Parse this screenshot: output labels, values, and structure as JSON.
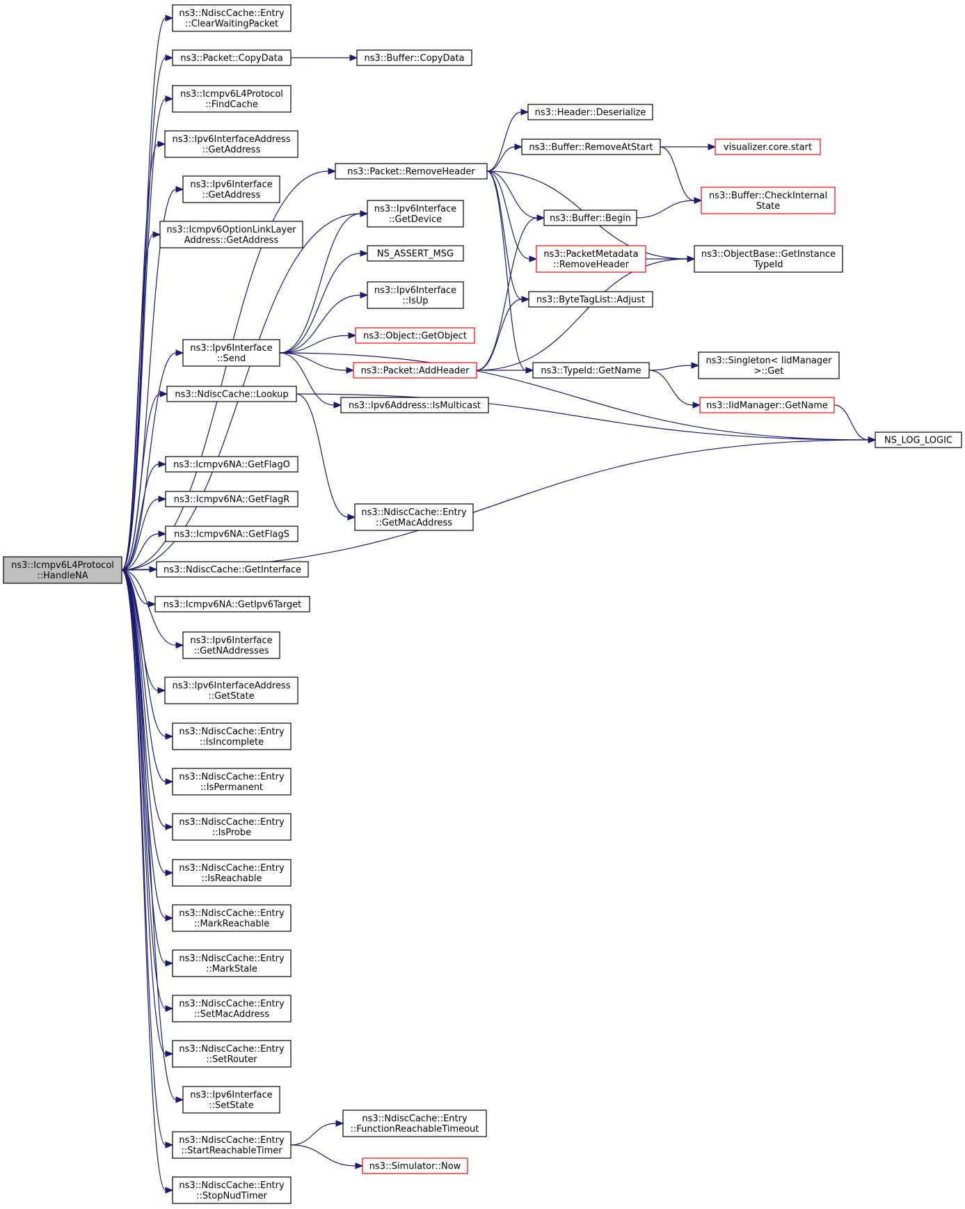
{
  "diagram": {
    "type": "call-graph",
    "colors": {
      "edge": "#191970",
      "node_border": "#000000",
      "node_border_truncated": "#ff0000",
      "root_fill": "#bfbfbf"
    },
    "nodes": [
      {
        "id": "n0",
        "lines": [
          "ns3::Icmpv6L4Protocol",
          "::HandleNA"
        ],
        "style": "root"
      },
      {
        "id": "n1",
        "lines": [
          "ns3::NdiscCache::Entry",
          "::ClearWaitingPacket"
        ]
      },
      {
        "id": "n2",
        "lines": [
          "ns3::Packet::CopyData"
        ]
      },
      {
        "id": "n3",
        "lines": [
          "ns3::Buffer::CopyData"
        ]
      },
      {
        "id": "n4",
        "lines": [
          "ns3::Icmpv6L4Protocol",
          "::FindCache"
        ]
      },
      {
        "id": "n5",
        "lines": [
          "ns3::Ipv6InterfaceAddress",
          "::GetAddress"
        ]
      },
      {
        "id": "n6",
        "lines": [
          "ns3::Ipv6Interface",
          "::GetAddress"
        ]
      },
      {
        "id": "n7",
        "lines": [
          "ns3::Icmpv6OptionLinkLayer",
          "Address::GetAddress"
        ]
      },
      {
        "id": "n8",
        "lines": [
          "ns3::Packet::RemoveHeader"
        ]
      },
      {
        "id": "n9",
        "lines": [
          "ns3::Header::Deserialize"
        ]
      },
      {
        "id": "n10",
        "lines": [
          "ns3::Buffer::RemoveAtStart"
        ]
      },
      {
        "id": "n11",
        "lines": [
          "visualizer.core.start"
        ],
        "style": "red"
      },
      {
        "id": "n12",
        "lines": [
          "ns3::Buffer::CheckInternal",
          "State"
        ],
        "style": "red"
      },
      {
        "id": "n13",
        "lines": [
          "ns3::Buffer::Begin"
        ]
      },
      {
        "id": "n14",
        "lines": [
          "ns3::PacketMetadata",
          "::RemoveHeader"
        ],
        "style": "red"
      },
      {
        "id": "n15",
        "lines": [
          "ns3::ObjectBase::GetInstance",
          "TypeId"
        ]
      },
      {
        "id": "n16",
        "lines": [
          "ns3::ByteTagList::Adjust"
        ]
      },
      {
        "id": "n17",
        "lines": [
          "ns3::TypeId::GetName"
        ]
      },
      {
        "id": "n18",
        "lines": [
          "ns3::Singleton< IidManager",
          ">::Get"
        ]
      },
      {
        "id": "n19",
        "lines": [
          "ns3::IidManager::GetName"
        ],
        "style": "red"
      },
      {
        "id": "n20",
        "lines": [
          "NS_LOG_LOGIC"
        ]
      },
      {
        "id": "n21",
        "lines": [
          "ns3::Ipv6Interface",
          "::Send"
        ]
      },
      {
        "id": "n22",
        "lines": [
          "ns3::Ipv6Interface",
          "::GetDevice"
        ]
      },
      {
        "id": "n23",
        "lines": [
          "NS_ASSERT_MSG"
        ]
      },
      {
        "id": "n24",
        "lines": [
          "ns3::Ipv6Interface",
          "::IsUp"
        ]
      },
      {
        "id": "n25",
        "lines": [
          "ns3::Object::GetObject"
        ],
        "style": "red"
      },
      {
        "id": "n26",
        "lines": [
          "ns3::Packet::AddHeader"
        ],
        "style": "red"
      },
      {
        "id": "n27",
        "lines": [
          "ns3::Ipv6Address::IsMulticast"
        ]
      },
      {
        "id": "n28",
        "lines": [
          "ns3::NdiscCache::Lookup"
        ]
      },
      {
        "id": "n29",
        "lines": [
          "ns3::NdiscCache::Entry",
          "::GetMacAddress"
        ]
      },
      {
        "id": "n30",
        "lines": [
          "ns3::Icmpv6NA::GetFlagO"
        ]
      },
      {
        "id": "n31",
        "lines": [
          "ns3::Icmpv6NA::GetFlagR"
        ]
      },
      {
        "id": "n32",
        "lines": [
          "ns3::Icmpv6NA::GetFlagS"
        ]
      },
      {
        "id": "n33",
        "lines": [
          "ns3::NdiscCache::GetInterface"
        ]
      },
      {
        "id": "n34",
        "lines": [
          "ns3::Icmpv6NA::GetIpv6Target"
        ]
      },
      {
        "id": "n35",
        "lines": [
          "ns3::Ipv6Interface",
          "::GetNAddresses"
        ]
      },
      {
        "id": "n36",
        "lines": [
          "ns3::Ipv6InterfaceAddress",
          "::GetState"
        ]
      },
      {
        "id": "n37",
        "lines": [
          "ns3::NdiscCache::Entry",
          "::IsIncomplete"
        ]
      },
      {
        "id": "n38",
        "lines": [
          "ns3::NdiscCache::Entry",
          "::IsPermanent"
        ]
      },
      {
        "id": "n39",
        "lines": [
          "ns3::NdiscCache::Entry",
          "::IsProbe"
        ]
      },
      {
        "id": "n40",
        "lines": [
          "ns3::NdiscCache::Entry",
          "::IsReachable"
        ]
      },
      {
        "id": "n41",
        "lines": [
          "ns3::NdiscCache::Entry",
          "::MarkReachable"
        ]
      },
      {
        "id": "n42",
        "lines": [
          "ns3::NdiscCache::Entry",
          "::MarkStale"
        ]
      },
      {
        "id": "n43",
        "lines": [
          "ns3::NdiscCache::Entry",
          "::SetMacAddress"
        ]
      },
      {
        "id": "n44",
        "lines": [
          "ns3::NdiscCache::Entry",
          "::SetRouter"
        ]
      },
      {
        "id": "n45",
        "lines": [
          "ns3::Ipv6Interface",
          "::SetState"
        ]
      },
      {
        "id": "n46",
        "lines": [
          "ns3::NdiscCache::Entry",
          "::StartReachableTimer"
        ]
      },
      {
        "id": "n47",
        "lines": [
          "ns3::NdiscCache::Entry",
          "::FunctionReachableTimeout"
        ]
      },
      {
        "id": "n48",
        "lines": [
          "ns3::Simulator::Now"
        ],
        "style": "red"
      },
      {
        "id": "n49",
        "lines": [
          "ns3::NdiscCache::Entry",
          "::StopNudTimer"
        ]
      }
    ],
    "edges": [
      [
        "n0",
        "n1"
      ],
      [
        "n0",
        "n2"
      ],
      [
        "n0",
        "n4"
      ],
      [
        "n0",
        "n5"
      ],
      [
        "n0",
        "n6"
      ],
      [
        "n0",
        "n7"
      ],
      [
        "n0",
        "n8"
      ],
      [
        "n0",
        "n22"
      ],
      [
        "n0",
        "n21"
      ],
      [
        "n0",
        "n28"
      ],
      [
        "n0",
        "n20"
      ],
      [
        "n0",
        "n30"
      ],
      [
        "n0",
        "n31"
      ],
      [
        "n0",
        "n32"
      ],
      [
        "n0",
        "n33"
      ],
      [
        "n0",
        "n34"
      ],
      [
        "n0",
        "n35"
      ],
      [
        "n0",
        "n36"
      ],
      [
        "n0",
        "n37"
      ],
      [
        "n0",
        "n38"
      ],
      [
        "n0",
        "n39"
      ],
      [
        "n0",
        "n40"
      ],
      [
        "n0",
        "n41"
      ],
      [
        "n0",
        "n42"
      ],
      [
        "n0",
        "n43"
      ],
      [
        "n0",
        "n44"
      ],
      [
        "n0",
        "n45"
      ],
      [
        "n0",
        "n46"
      ],
      [
        "n0",
        "n49"
      ],
      [
        "n2",
        "n3"
      ],
      [
        "n8",
        "n9"
      ],
      [
        "n8",
        "n10"
      ],
      [
        "n8",
        "n13"
      ],
      [
        "n8",
        "n14"
      ],
      [
        "n8",
        "n15"
      ],
      [
        "n8",
        "n16"
      ],
      [
        "n8",
        "n17"
      ],
      [
        "n10",
        "n11"
      ],
      [
        "n10",
        "n12"
      ],
      [
        "n13",
        "n12"
      ],
      [
        "n14",
        "n15"
      ],
      [
        "n17",
        "n18"
      ],
      [
        "n17",
        "n19"
      ],
      [
        "n19",
        "n20"
      ],
      [
        "n21",
        "n22"
      ],
      [
        "n21",
        "n23"
      ],
      [
        "n21",
        "n24"
      ],
      [
        "n21",
        "n25"
      ],
      [
        "n21",
        "n26"
      ],
      [
        "n21",
        "n27"
      ],
      [
        "n21",
        "n20"
      ],
      [
        "n26",
        "n13"
      ],
      [
        "n26",
        "n16"
      ],
      [
        "n26",
        "n15"
      ],
      [
        "n26",
        "n17"
      ],
      [
        "n28",
        "n29"
      ],
      [
        "n28",
        "n20"
      ],
      [
        "n46",
        "n47"
      ],
      [
        "n46",
        "n48"
      ]
    ]
  }
}
